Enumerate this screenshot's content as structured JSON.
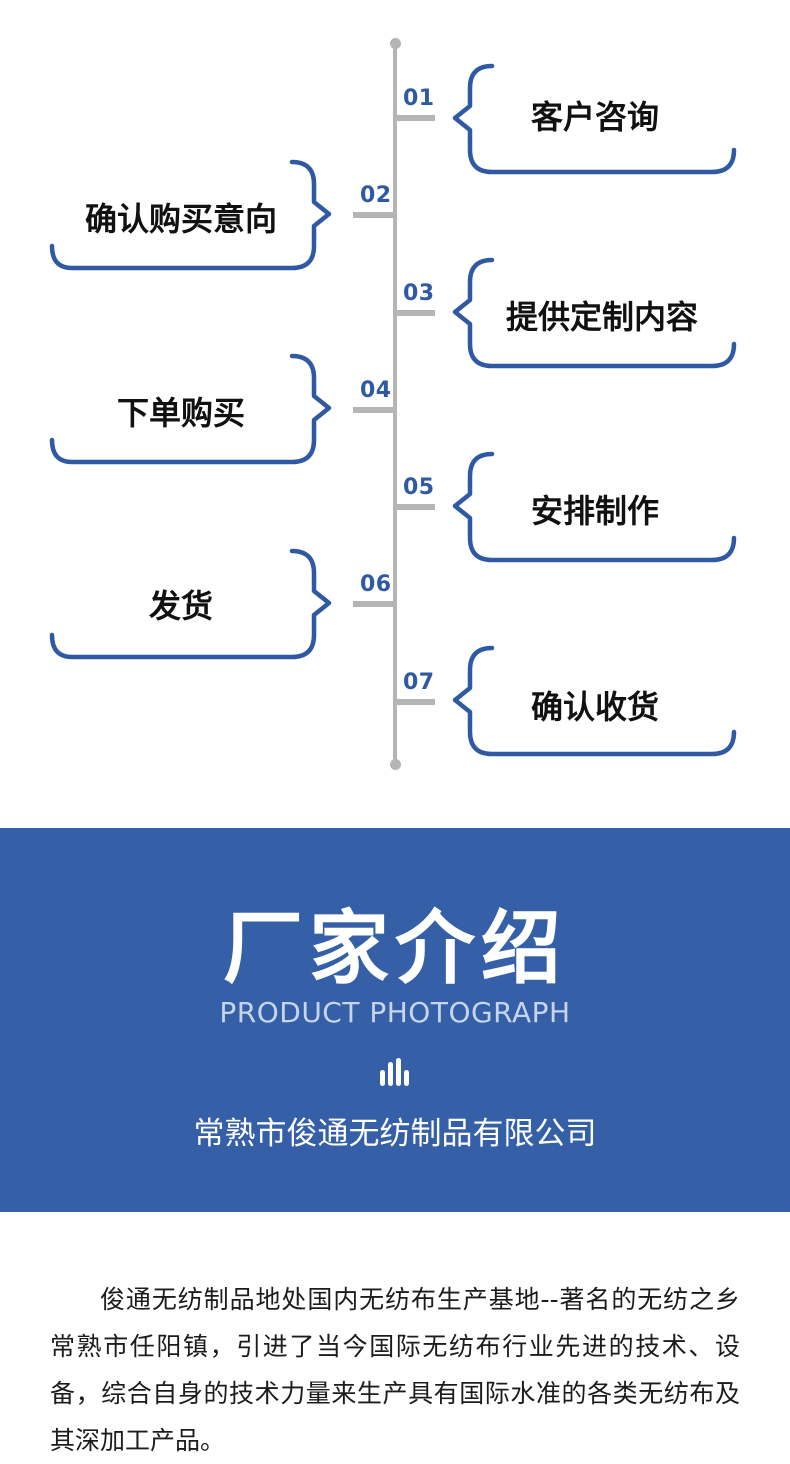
{
  "timeline": {
    "steps": [
      {
        "number": "01",
        "label": "客户咨询"
      },
      {
        "number": "02",
        "label": "确认购买意向"
      },
      {
        "number": "03",
        "label": "提供定制内容"
      },
      {
        "number": "04",
        "label": "下单购买"
      },
      {
        "number": "05",
        "label": "安排制作"
      },
      {
        "number": "06",
        "label": "发货"
      },
      {
        "number": "07",
        "label": "确认收货"
      }
    ]
  },
  "banner": {
    "title": "厂家介绍",
    "subtitle": "PRODUCT PHOTOGRAPH",
    "company": "常熟市俊通无纺制品有限公司",
    "icon": "sound-bars-icon"
  },
  "intro": {
    "text": "俊通无纺制品地处国内无纺布生产基地--著名的无纺之乡常熟市任阳镇，引进了当今国际无纺布行业先进的技术、设备，综合自身的技术力量来生产具有国际水准的各类无纺布及其深加工产品。"
  },
  "colors": {
    "accent": "#2f59a3",
    "banner_bg": "#3560a8",
    "axis": "#b5b5b5"
  }
}
